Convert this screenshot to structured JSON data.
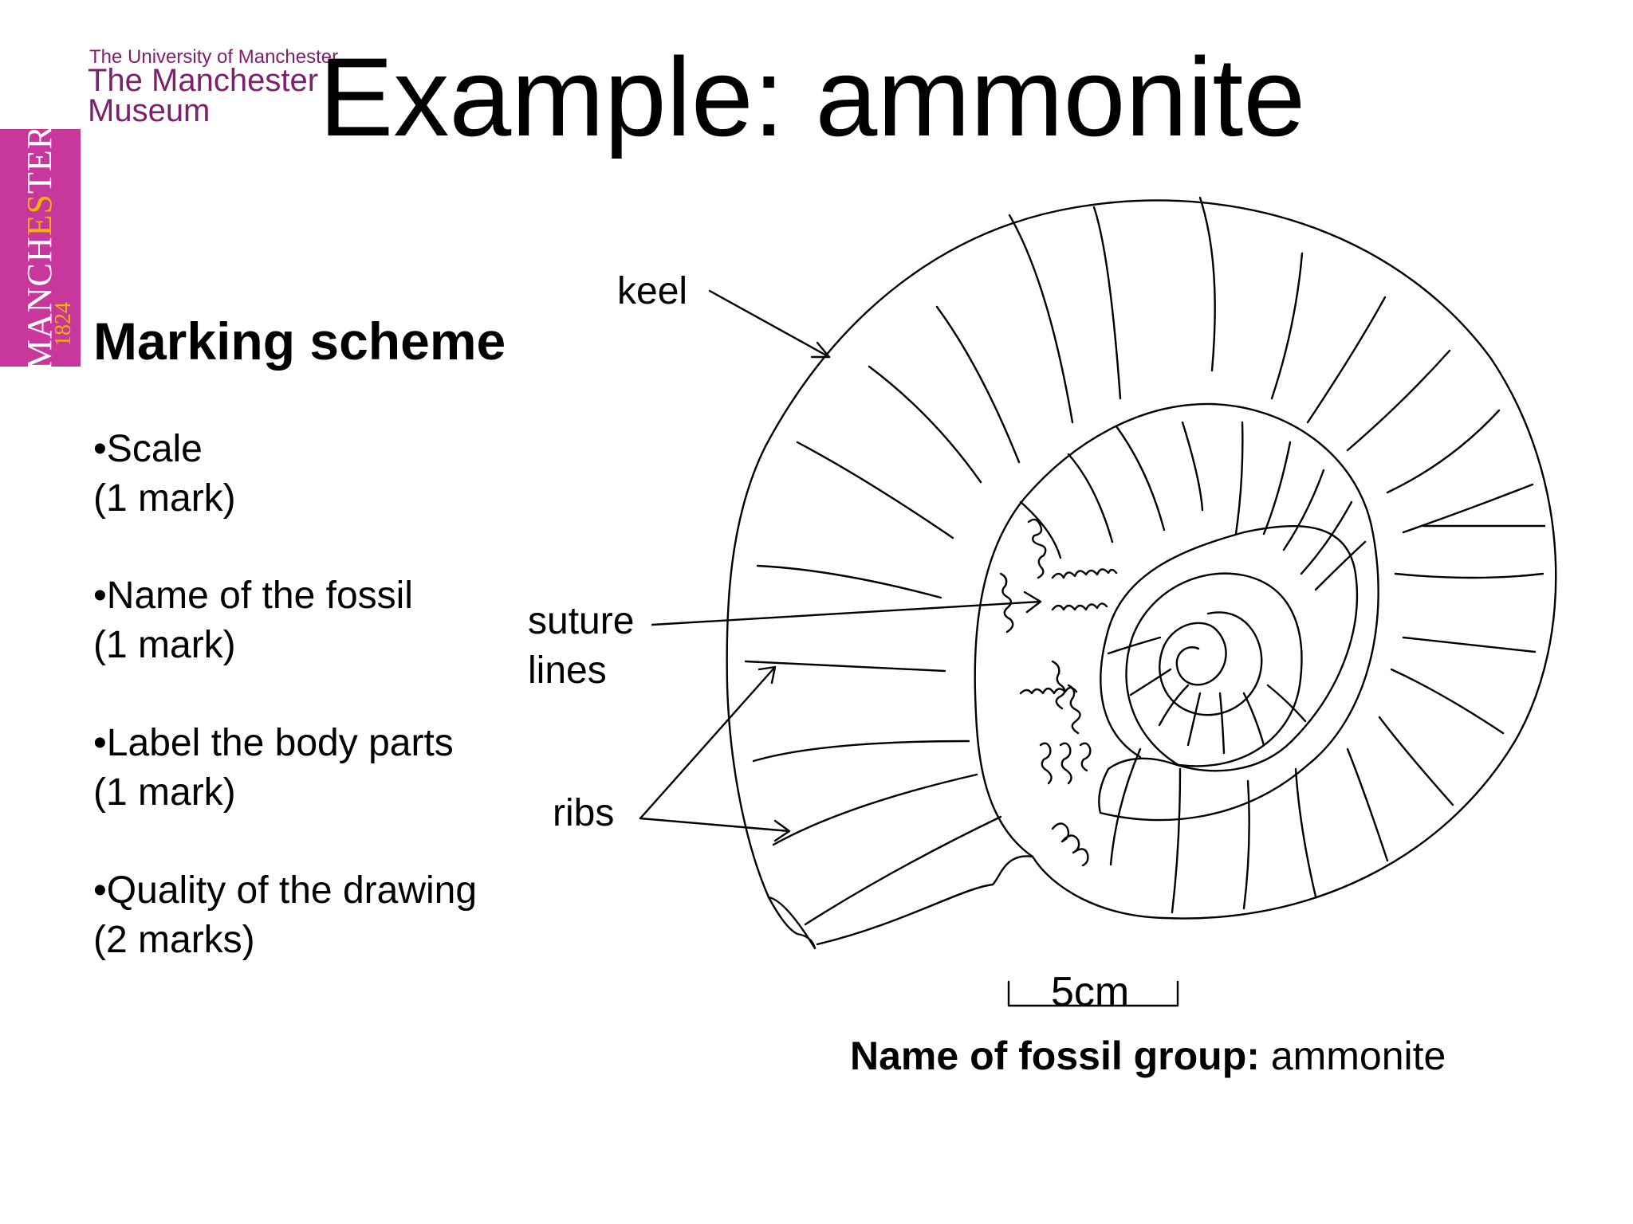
{
  "logo": {
    "university": "The University of Manchester",
    "museum_line1": "The Manchester",
    "museum_line2": "Museum",
    "band_text_plain": "MANCH",
    "band_text_accent": "ES",
    "band_text_end": "TER",
    "band_year": "1824",
    "brand_color": "#7d1f6d",
    "band_color": "#c8379c",
    "accent_color": "#f2b300"
  },
  "title": "Example: ammonite",
  "marking": {
    "heading": "Marking scheme",
    "criteria": [
      {
        "name": "•Scale",
        "marks": "(1 mark)"
      },
      {
        "name": "•Name of the fossil",
        "marks": "(1 mark)"
      },
      {
        "name": "•Label the body parts",
        "marks": "(1 mark)"
      },
      {
        "name": "•Quality of the drawing",
        "marks": "(2 marks)"
      }
    ]
  },
  "drawing": {
    "labels": {
      "keel": "keel",
      "suture_line1": "suture",
      "suture_line2": "lines",
      "ribs": "ribs"
    },
    "scale_bar": "5cm",
    "caption_label": "Name of fossil group:",
    "caption_value": " ammonite"
  }
}
